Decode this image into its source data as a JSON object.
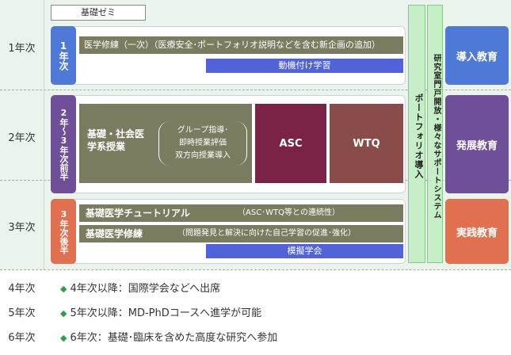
{
  "header_box": "基礎ゼミ",
  "years": {
    "y1": "1年次",
    "y2": "2年次",
    "y3": "3年次",
    "y4": "4年次",
    "y5": "5年次",
    "y6": "6年次"
  },
  "stage1": {
    "tab": "1年次",
    "main_bar": "医学修練（一次）（医療安全･ポートフォリオ説明などを含む新企画の追加）",
    "sub_bar": "動機付け学習"
  },
  "stage2": {
    "tab": "2年〜3年次前半",
    "box_title": "基礎・社会医学系授業",
    "box_detail_1": "グループ指導･",
    "box_detail_2": "即時授業評価",
    "box_detail_3": "双方向授業導入",
    "asc": "ASC",
    "wtq": "WTQ"
  },
  "stage3": {
    "tab": "3年次後半",
    "bar1_title": "基礎医学チュートリアル",
    "bar1_note": "（ASC･WTQ等との連続性）",
    "bar2_title": "基礎医学修練",
    "bar2_note": "（問題発見と解決に向けた自己学習の促進･強化）",
    "sub_bar": "模擬学会"
  },
  "vertical": {
    "portfolio": "ポートフォリオ導入",
    "lab": "研究室門戸開放・様々なサポートシステム"
  },
  "right": {
    "intro": "導入教育",
    "develop": "発展教育",
    "practice": "実践教育"
  },
  "bottom": {
    "item4": "4年次以降：国際学会などへ出席",
    "item5": "5年次以降：MD-PhDコースへ進学が可能",
    "item6": "6年次：基礎･臨床を含めた高度な研究へ参加"
  },
  "colors": {
    "blue": "#4f79d6",
    "purple": "#6e4f98",
    "orange": "#e0704f",
    "olive": "#7b7b60",
    "asc": "#7a2346",
    "wtq": "#8a4c4a",
    "bar_blue": "#5263d9",
    "green_col": "#c7efc7"
  },
  "icons": {
    "bullet": "diamond-icon"
  }
}
